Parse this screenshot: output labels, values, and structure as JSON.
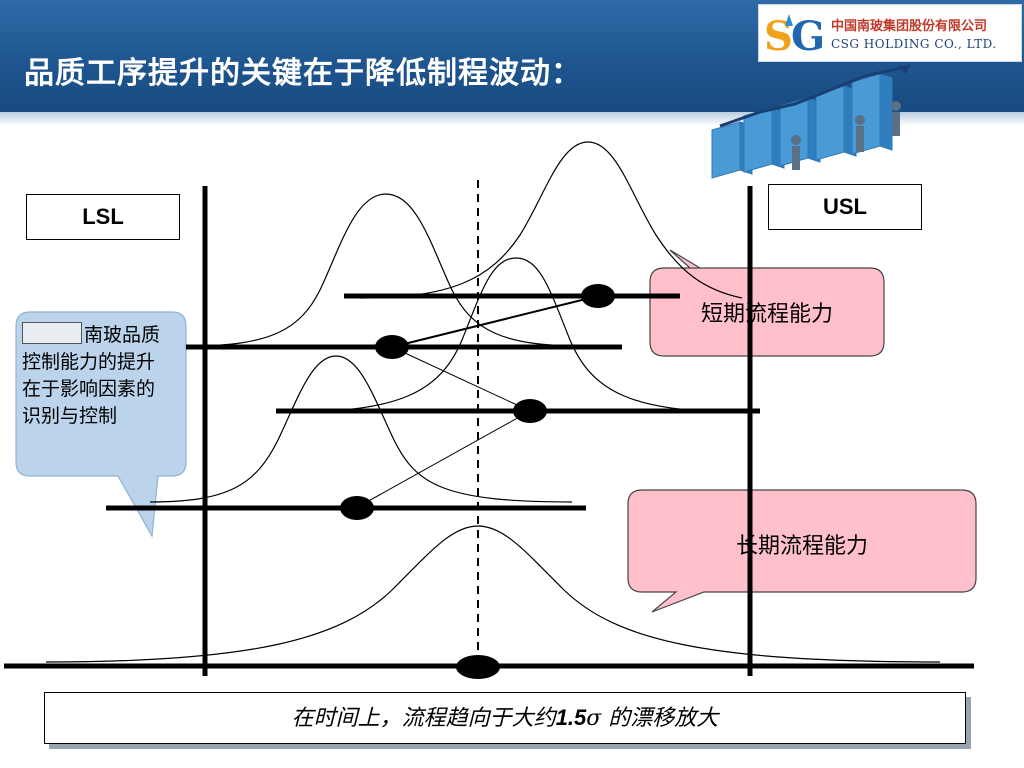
{
  "header": {
    "title": "品质工序提升的关键在于降低制程波动：",
    "logo_company_cn": "中国南玻集团股份有限公司",
    "logo_company_en": "CSG HOLDING CO., LTD."
  },
  "diagram": {
    "lsl_label": "LSL",
    "usl_label": "USL",
    "short_term_label": "短期流程能力",
    "long_term_label": "长期流程能力",
    "left_callout": {
      "text_after_blank": "南玻品质控制能力的提升在于影响因素的识别与控制"
    },
    "caption": {
      "prefix": "在时间上，流程趋向于大约",
      "value": "1.5",
      "symbol": "σ",
      "suffix": " 的漂移放大"
    }
  },
  "colors": {
    "header_blue": "#1f5690",
    "callout_pink": "#ffc0cb",
    "left_callout_blue": "#bcd3ec"
  }
}
